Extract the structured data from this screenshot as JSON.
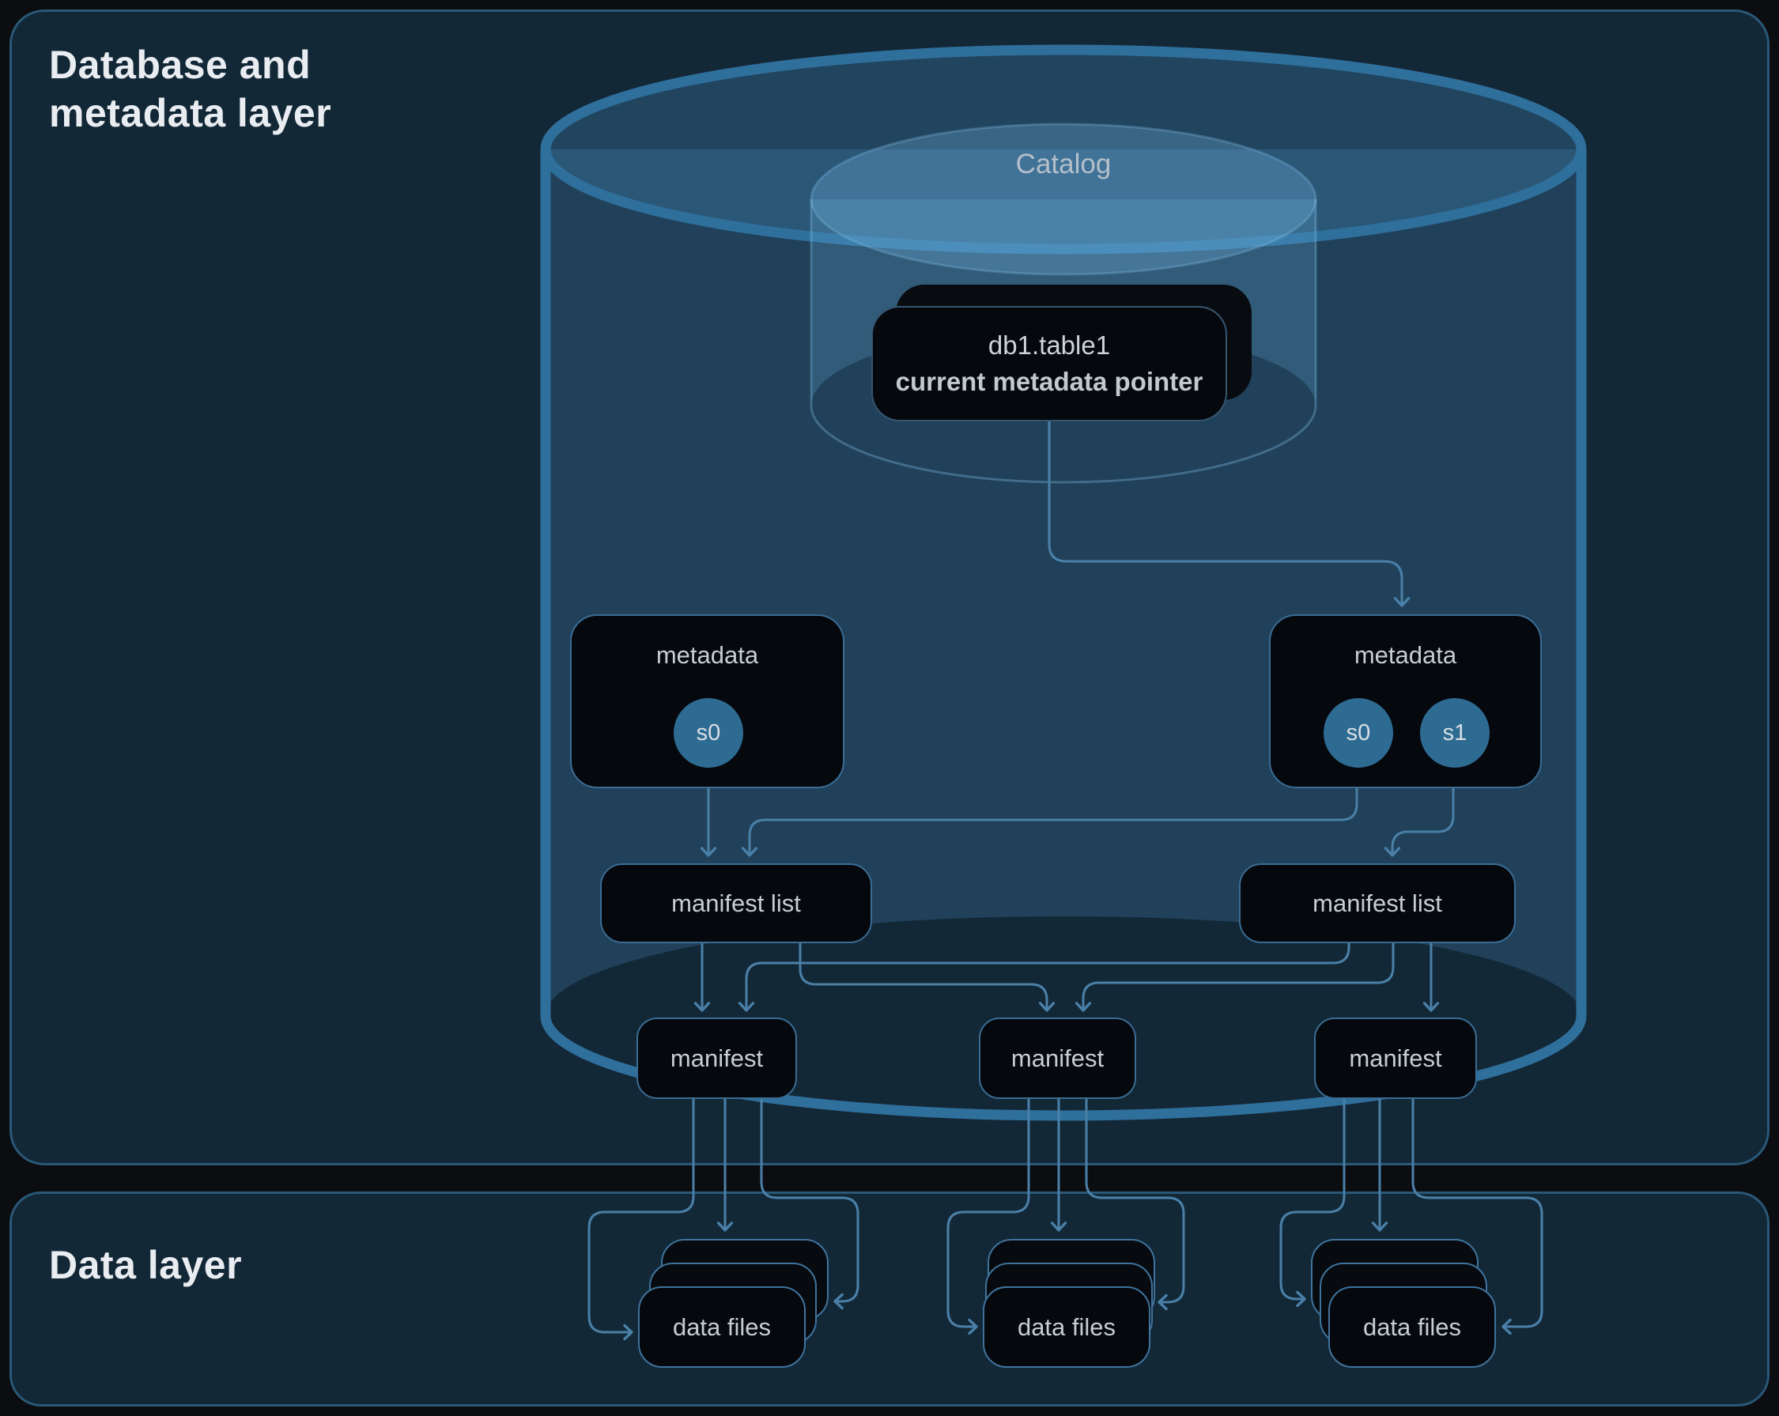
{
  "colors": {
    "background": "#0b0d10",
    "panel_bg": "#132837",
    "panel_border": "#2a5878",
    "cylinder_stroke": "#2f6f9c",
    "connector": "#4a80a8",
    "node_bg": "#05080d",
    "node_border": "#3a6c94",
    "snapshot_fill": "#2e6b92",
    "title_text": "#e9edf1",
    "node_text": "#c6cdd4"
  },
  "metadata_layer": {
    "title": "Database and metadata layer",
    "catalog": {
      "label": "Catalog",
      "pointer_card": {
        "table_name": "db1.table1",
        "subtitle": "current metadata pointer"
      }
    },
    "metadata_files": [
      {
        "label": "metadata",
        "snapshots": [
          {
            "label": "s0"
          }
        ]
      },
      {
        "label": "metadata",
        "snapshots": [
          {
            "label": "s0"
          },
          {
            "label": "s1"
          }
        ]
      }
    ],
    "manifest_lists": [
      {
        "label": "manifest list"
      },
      {
        "label": "manifest list"
      }
    ],
    "manifests": [
      {
        "label": "manifest"
      },
      {
        "label": "manifest"
      },
      {
        "label": "manifest"
      }
    ]
  },
  "data_layer": {
    "title": "Data layer",
    "data_file_groups": [
      {
        "label": "data files"
      },
      {
        "label": "data files"
      },
      {
        "label": "data files"
      }
    ]
  }
}
